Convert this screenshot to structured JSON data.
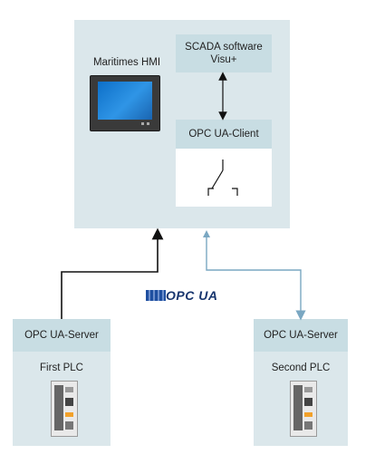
{
  "hmi_panel": {
    "title": "Maritimes HMI",
    "scada_line1": "SCADA software",
    "scada_line2": "Visu+",
    "opc_client": "OPC UA-Client"
  },
  "logo": {
    "text": "OPC UA"
  },
  "plc_left": {
    "server_label": "OPC UA-Server",
    "plc_label": "First PLC"
  },
  "plc_right": {
    "server_label": "OPC UA-Server",
    "plc_label": "Second PLC"
  },
  "colors": {
    "panel_bg": "#dbe7eb",
    "header_bg": "#c8dde3",
    "line_black": "#111111",
    "line_blue": "#7aa7c2"
  }
}
